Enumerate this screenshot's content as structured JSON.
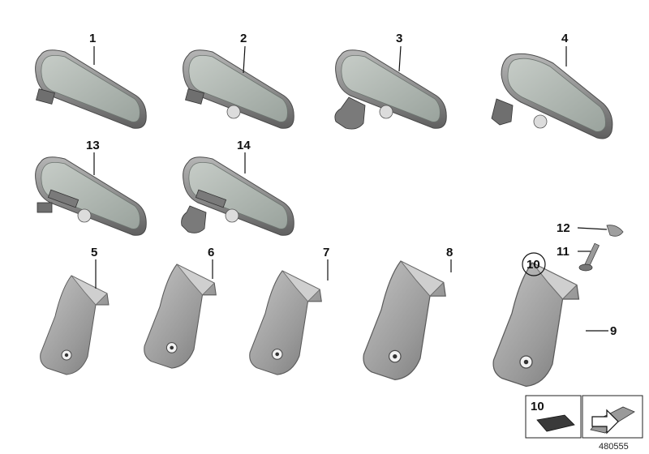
{
  "colors": {
    "housing": "#8e8e8e",
    "housing_dark": "#5f5f5f",
    "glass": "#a9b2ac",
    "glass_light": "#c6ccc7",
    "cover": "#9a9a9a",
    "cover_light": "#b8b8b8",
    "line": "#111111"
  },
  "callouts": {
    "c1": "1",
    "c2": "2",
    "c3": "3",
    "c4": "4",
    "c13": "13",
    "c14": "14",
    "c5": "5",
    "c6": "6",
    "c7": "7",
    "c8": "8",
    "c9": "9",
    "c10": "10",
    "c11": "11",
    "c12": "12"
  },
  "legend": {
    "part_number": "10"
  },
  "reference_number": "480555"
}
